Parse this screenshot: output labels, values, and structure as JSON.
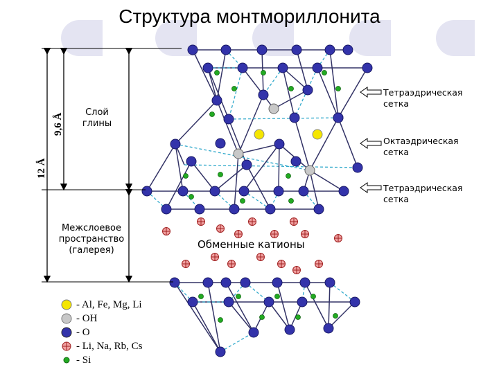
{
  "title": "Структура монтмориллонита",
  "dimensions": {
    "total": "12 Å",
    "layer": "9,6 Å"
  },
  "labels": {
    "clay_layer": [
      "Слой",
      "глины"
    ],
    "interlayer": [
      "Межслоевое",
      "пространство",
      "(галерея)"
    ],
    "exchange_cations": "Обменные катионы",
    "tetra_top": [
      "Тетраэдрическая",
      "сетка"
    ],
    "octa": [
      "Октаэдрическая",
      "сетка"
    ],
    "tetra_bottom": [
      "Тетраэдрическая",
      "сетка"
    ]
  },
  "legend": [
    {
      "symbol": "yellow-circle",
      "color": "#f5e600",
      "text": "- Al, Fe, Mg, Li"
    },
    {
      "symbol": "gray-circle",
      "color": "#c8c8c8",
      "text": "- OH"
    },
    {
      "symbol": "blue-circle",
      "color": "#3333aa",
      "text": "- O"
    },
    {
      "symbol": "crossed-circle",
      "color": "#f0a0a0",
      "text": "- Li, Na, Rb, Cs"
    },
    {
      "symbol": "green-dot",
      "color": "#22aa22",
      "text": "- Si"
    }
  ]
}
